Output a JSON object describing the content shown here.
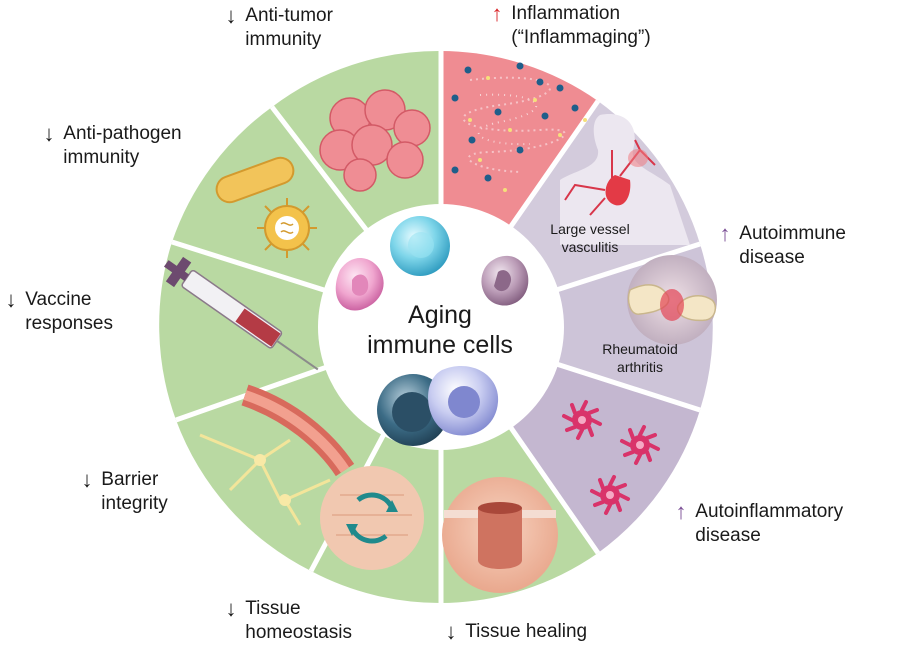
{
  "center": {
    "line1": "Aging",
    "line2": "immune cells"
  },
  "labels": {
    "anti_tumor": {
      "arrow": "↓",
      "line1": "Anti-tumor",
      "line2": "immunity"
    },
    "inflammation": {
      "arrow": "↑",
      "line1": "Inflammation",
      "line2": "(“Inflammaging”)"
    },
    "anti_pathogen": {
      "arrow": "↓",
      "line1": "Anti-pathogen",
      "line2": "immunity"
    },
    "autoimmune": {
      "arrow": "↑",
      "line1": "Autoimmune",
      "line2": "disease"
    },
    "vaccine": {
      "arrow": "↓",
      "line1": "Vaccine",
      "line2": "responses"
    },
    "barrier": {
      "arrow": "↓",
      "line1": "Barrier",
      "line2": "integrity"
    },
    "autoinflammatory": {
      "arrow": "↑",
      "line1": "Autoinflammatory",
      "line2": "disease"
    },
    "homeostasis": {
      "arrow": "↓",
      "line1": "Tissue",
      "line2": "homeostasis"
    },
    "healing": {
      "arrow": "↓",
      "line1": "Tissue healing"
    }
  },
  "inner_labels": {
    "vasculitis": {
      "line1": "Large vessel",
      "line2": "vasculitis"
    },
    "arthritis": {
      "line1": "Rheumatoid",
      "line2": "arthritis"
    }
  },
  "colors": {
    "decrease_arrow": "#1a1a1a",
    "inflammation_arrow": "#d9262a",
    "autoimmune_arrow": "#7b4f96",
    "green_segment": "#b9d9a2",
    "lavender_segment": "#cdc4d8",
    "inflammation_segment": "#ef8c92"
  }
}
